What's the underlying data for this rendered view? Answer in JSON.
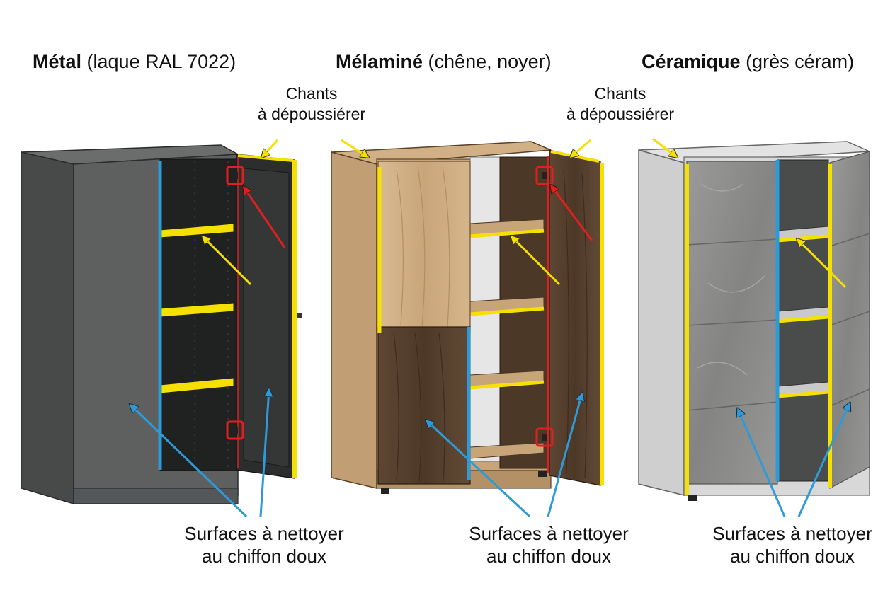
{
  "colors": {
    "edge_yellow": "#f5e000",
    "surface_blue": "#2f9ad8",
    "hinge_red": "#e02020",
    "metal_gray": "#5b5e5c",
    "oak": "#c9a57a",
    "walnut": "#5a4330",
    "ceramic_gray": "#8d8d8b",
    "frame_light": "#dcdcdc"
  },
  "panels": [
    {
      "title_bold": "Métal",
      "title_rest": " (laque RAL 7022)",
      "edge_label": [
        "Chants",
        "à dépoussiérer"
      ],
      "surface_label": [
        "Surfaces à nettoyer",
        "au chiffon doux"
      ]
    },
    {
      "title_bold": "Mélaminé",
      "title_rest": " (chêne, noyer)",
      "edge_label": [
        "Chants",
        "à dépoussiérer"
      ],
      "surface_label": [
        "Surfaces à nettoyer",
        "au chiffon doux"
      ]
    },
    {
      "title_bold": "Céramique",
      "title_rest": " (grès céram)",
      "surface_label": [
        "Surfaces à nettoyer",
        "au chiffon doux"
      ]
    }
  ]
}
